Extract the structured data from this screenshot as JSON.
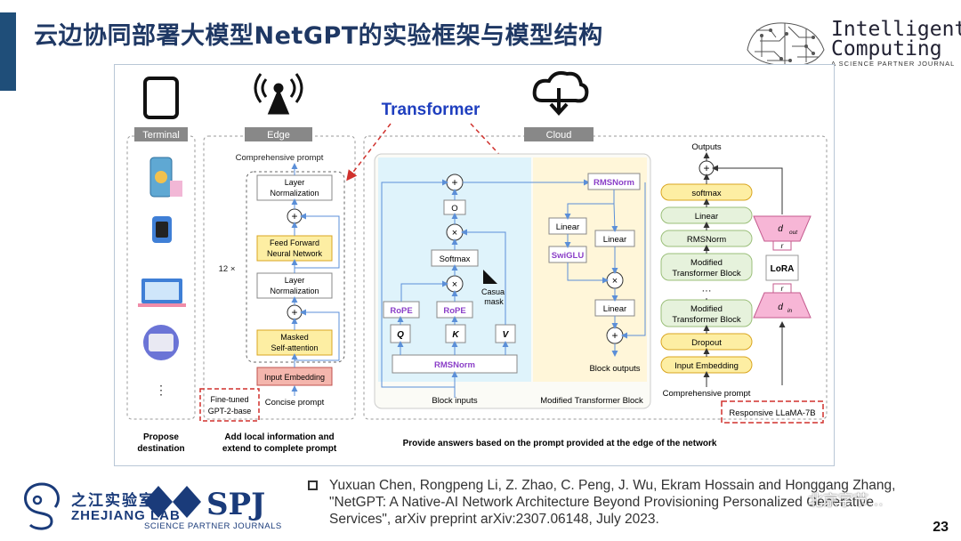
{
  "slide": {
    "title": "云边协同部署大模型NetGPT的实验框架与模型结构",
    "page_number": "23",
    "accent_color": "#1f4e79",
    "title_color": "#1f3864"
  },
  "branding": {
    "intelligent_computing": {
      "line1": "Intelligent",
      "line2": "Computing",
      "sub": "A SCIENCE PARTNER JOURNAL"
    },
    "zhejiang_lab": {
      "cn": "之江实验室",
      "en": "ZHEJIANG LAB"
    },
    "spj": {
      "name": "SPJ",
      "sub": "SCIENCE PARTNER JOURNALS"
    },
    "watermark": "北京字节…"
  },
  "citation": {
    "text": "Yuxuan Chen, Rongpeng Li, Z. Zhao, C. Peng, J. Wu, Ekram Hossain and Honggang Zhang, \"NetGPT: A Native-AI Network Architecture Beyond Provisioning Personalized Generative Services\", arXiv preprint arXiv:2307.06148, July 2023."
  },
  "figure": {
    "transformer_label": "Transformer",
    "sections": {
      "terminal": "Terminal",
      "edge": "Edge",
      "cloud": "Cloud"
    },
    "edge": {
      "comprehensive_prompt": "Comprehensive prompt",
      "repeat": "12 ×",
      "layer_norm": [
        "Layer",
        "Normalization"
      ],
      "feed_forward": [
        "Feed Forward",
        "Neural Network"
      ],
      "masked_attention": [
        "Masked",
        "Self-attention"
      ],
      "input_embedding": "Input Embedding",
      "concise_prompt": "Concise prompt",
      "model_tag": [
        "Fine-tuned",
        "GPT-2-base"
      ]
    },
    "cloud_block": {
      "o": "O",
      "softmax": "Softmax",
      "casual_mask": [
        "Casual",
        "mask"
      ],
      "rope": "RoPE",
      "q": "Q",
      "k": "K",
      "v": "V",
      "rmsnorm": "RMSNorm",
      "linear": "Linear",
      "swiglu": "SwiGLU",
      "block_inputs": "Block inputs",
      "block_outputs": "Block outputs",
      "modified_block": "Modified Transformer Block"
    },
    "llama": {
      "outputs": "Outputs",
      "softmax": "softmax",
      "linear": "Linear",
      "rmsnorm": "RMSNorm",
      "modified_block": [
        "Modified",
        "Transformer Block"
      ],
      "ellipsis": "···",
      "dropout": "Dropout",
      "input_embedding": "Input Embedding",
      "comprehensive_prompt": "Comprehensive prompt",
      "model_tag": "Responsive LLaMA-7B",
      "lora": "LoRA",
      "d_out": "d",
      "d_out_sub": "out",
      "d_in": "d",
      "d_in_sub": "in",
      "r": "r"
    },
    "captions": {
      "propose": [
        "Propose",
        "destination"
      ],
      "add_local": [
        "Add local information and",
        "extend to complete prompt"
      ],
      "provide": "Provide answers based on the prompt provided at the edge of the network"
    },
    "colors": {
      "accent_blue": "#1f3fbf",
      "dash_red": "#d0312d",
      "yellow_box": "#fdeea3",
      "yellow_border": "#d9a520",
      "pink_box": "#f4b6ad",
      "green_box": "#e6f2dc",
      "cyan_panel": "#dff3fb",
      "purple_text": "#8b3fc8",
      "lora_pink": "#f7b6d6"
    }
  }
}
